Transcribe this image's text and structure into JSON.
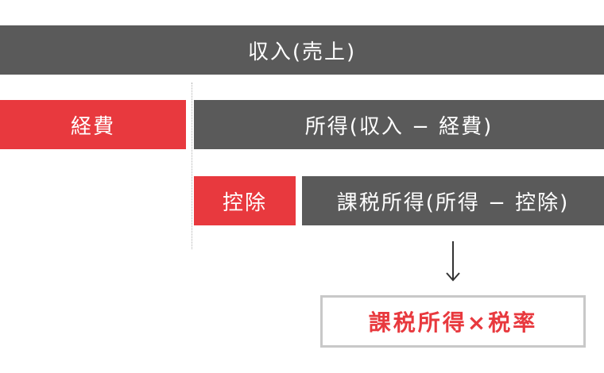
{
  "diagram": {
    "income_label": "収入(売上)",
    "expenses_label": "経費",
    "profit_label": "所得(収入 − 経費)",
    "deduction_label": "控除",
    "taxable_income_label": "課税所得(所得 − 控除)",
    "result_label": "課税所得×税率"
  },
  "colors": {
    "dark_bar": "#5a5a5a",
    "accent_red": "#e8393e",
    "result_border": "#c8c8c8"
  },
  "icons": {
    "flow_arrow": "arrow-down-icon"
  }
}
